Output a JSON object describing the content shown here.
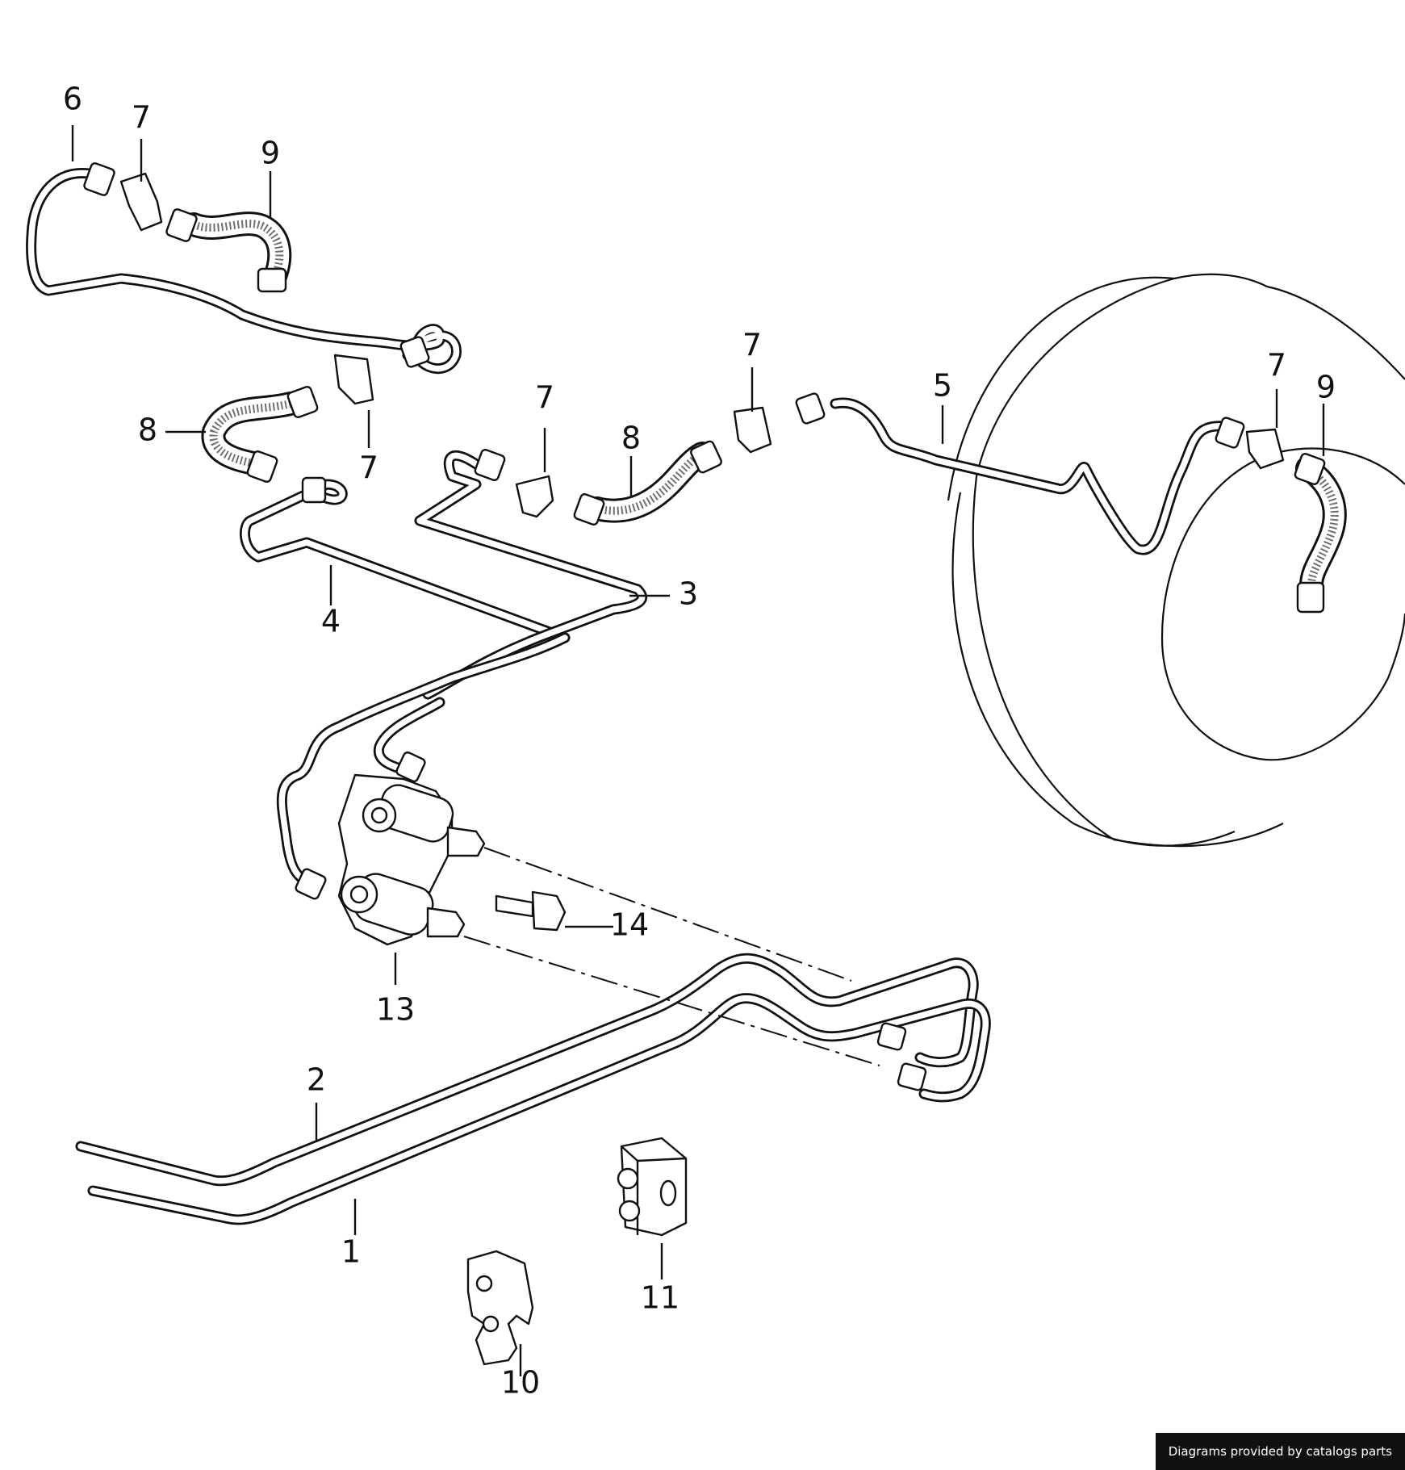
{
  "diagram": {
    "callouts": [
      {
        "id": "c6",
        "label": "6"
      },
      {
        "id": "c7a",
        "label": "7"
      },
      {
        "id": "c9a",
        "label": "9"
      },
      {
        "id": "c8a",
        "label": "8"
      },
      {
        "id": "c7b",
        "label": "7"
      },
      {
        "id": "c4",
        "label": "4"
      },
      {
        "id": "c7c",
        "label": "7"
      },
      {
        "id": "c8b",
        "label": "8"
      },
      {
        "id": "c7d",
        "label": "7"
      },
      {
        "id": "c3",
        "label": "3"
      },
      {
        "id": "c5",
        "label": "5"
      },
      {
        "id": "c7e",
        "label": "7"
      },
      {
        "id": "c9b",
        "label": "9"
      },
      {
        "id": "c14",
        "label": "14"
      },
      {
        "id": "c13",
        "label": "13"
      },
      {
        "id": "c2",
        "label": "2"
      },
      {
        "id": "c1",
        "label": "1"
      },
      {
        "id": "c11",
        "label": "11"
      },
      {
        "id": "c10",
        "label": "10"
      }
    ]
  },
  "footer": {
    "credit": "Diagrams provided by catalogs parts"
  }
}
